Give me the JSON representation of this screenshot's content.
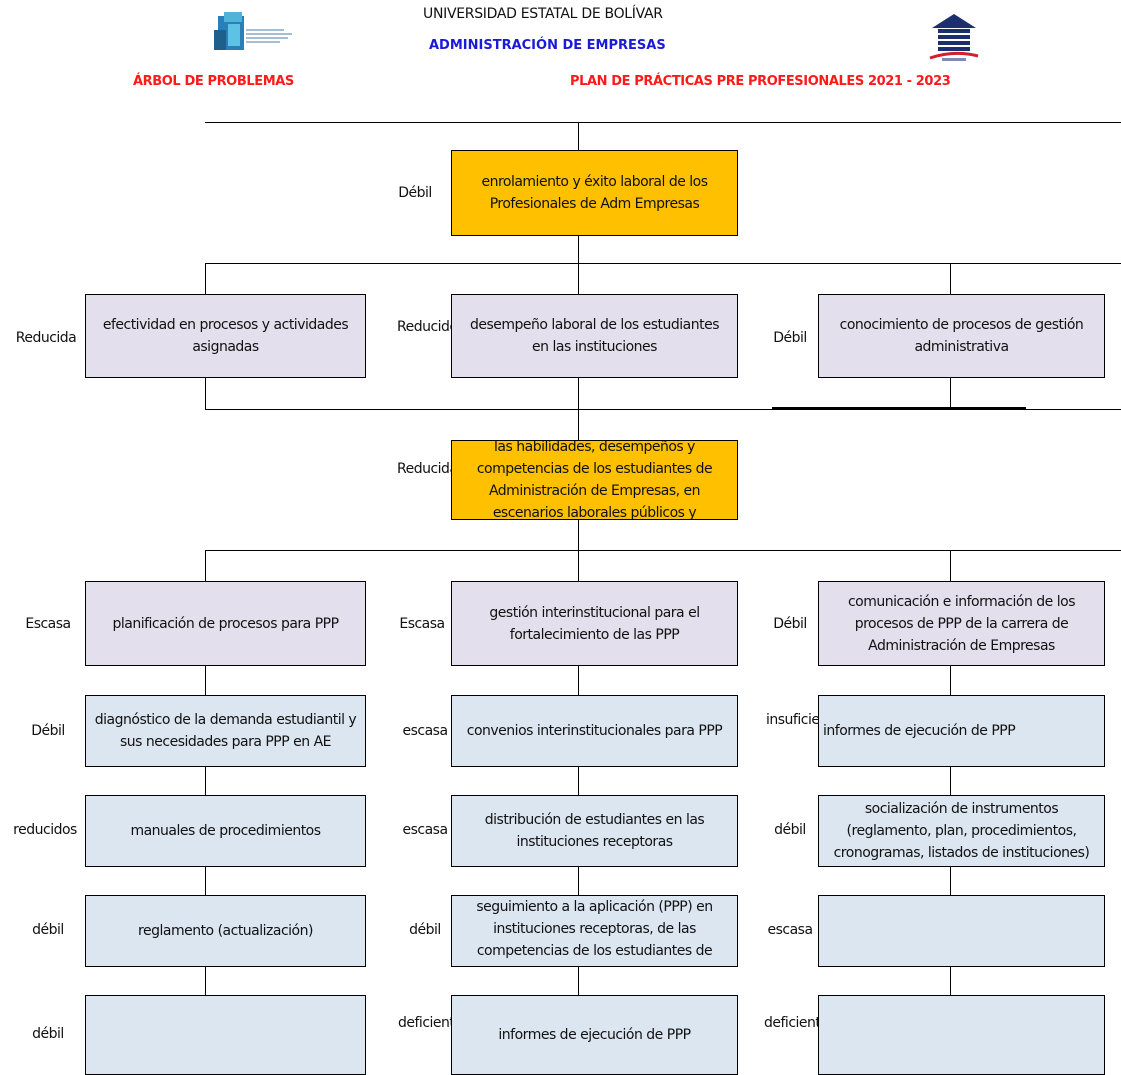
{
  "header": {
    "university": "UNIVERSIDAD ESTATAL DE BOLÍVAR",
    "career": "ADMINISTRACIÓN DE EMPRESAS",
    "left_title": "ÁRBOL DE PROBLEMAS",
    "right_title": "PLAN DE PRÁCTICAS PRE PROFESIONALES 2021 - 2023"
  },
  "effect": {
    "label": "Débil",
    "text": "enrolamiento y éxito laboral de los Profesionales de Adm Empresas"
  },
  "effects_row": [
    {
      "label": "Reducida",
      "text": "efectividad en procesos y actividades asignadas"
    },
    {
      "label": "Reducido",
      "text": "desempeño laboral de los estudiantes en las instituciones"
    },
    {
      "label": "Débil",
      "text": "conocimiento de procesos de gestión administrativa"
    }
  ],
  "core": {
    "label": "Reducidas",
    "text": "las habilidades, desempeños y competencias de los estudiantes de Administración de Empresas, en escenarios laborales públicos y"
  },
  "causes": [
    {
      "label": "Escasa",
      "text": "planificación de procesos para PPP"
    },
    {
      "label": "Escasa",
      "text": "gestión interinstitucional para el fortalecimiento de las PPP"
    },
    {
      "label": "Débil",
      "text": "comunicación e información de los procesos de PPP de la carrera de Administración de Empresas"
    }
  ],
  "sub_causes": [
    [
      {
        "label": "Débil",
        "text": "diagnóstico de la demanda estudiantil y sus necesidades para PPP en AE"
      },
      {
        "label": "reducidos",
        "text": "manuales de procedimientos"
      },
      {
        "label": "débil",
        "text": "reglamento (actualización)"
      },
      {
        "label": "débil",
        "text": ""
      }
    ],
    [
      {
        "label": "escasa",
        "text": "convenios interinstitucionales para PPP"
      },
      {
        "label": "escasa",
        "text": "distribución de estudiantes en las instituciones receptoras"
      },
      {
        "label": "débil",
        "text": "seguimiento a la aplicación (PPP) en instituciones receptoras, de las competencias de los estudiantes de"
      },
      {
        "label": "deficiente",
        "text": "informes de ejecución de PPP"
      }
    ],
    [
      {
        "label": "insuficientes",
        "text": "informes de ejecución de PPP"
      },
      {
        "label": "débil",
        "text": "socialización de instrumentos (reglamento, plan, procedimientos, cronogramas, listados de instituciones)"
      },
      {
        "label": "escasa",
        "text": ""
      },
      {
        "label": "deficiente",
        "text": ""
      }
    ]
  ],
  "colors": {
    "orange": "#ffc000",
    "lavender": "#e4dfec",
    "light_blue": "#dce6f1",
    "red_title": "#ff1a1a",
    "blue_title": "#1a1ad8"
  },
  "icons": [
    "university-logo-icon",
    "building-logo-icon"
  ]
}
